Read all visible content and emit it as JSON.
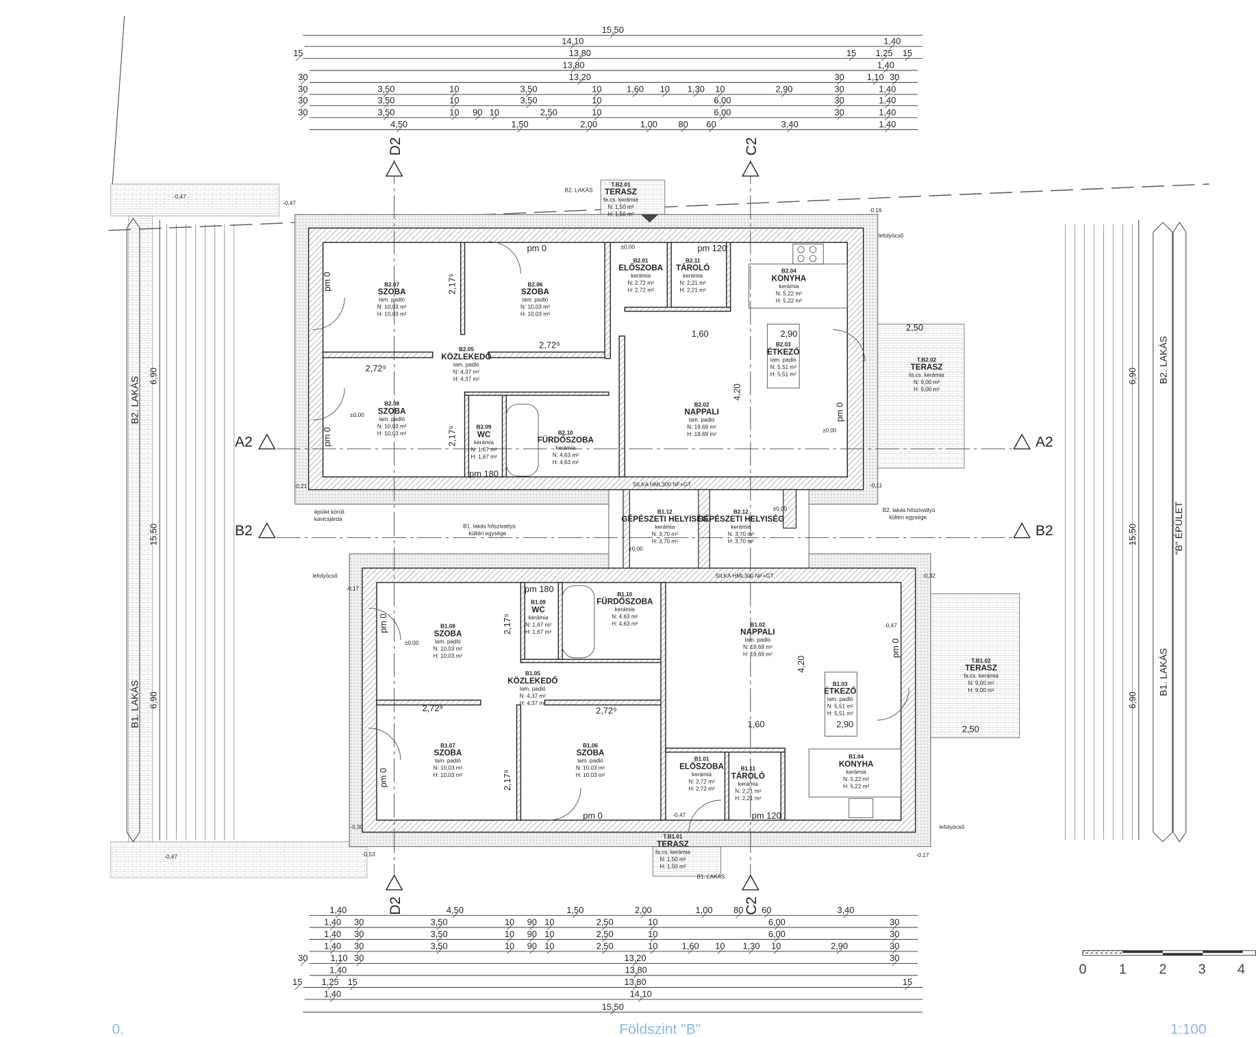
{
  "footer": {
    "left": "0.",
    "title": "Földszint \"B\"",
    "scale": "1:100"
  },
  "scale_bar": {
    "ticks": [
      "0",
      "1",
      "2",
      "3",
      "4"
    ]
  },
  "axes": {
    "d2": "D2",
    "c2": "C2",
    "a2": "A2",
    "b2": "B2"
  },
  "side_labels": {
    "b2_lakas": "B2. LAKÁS",
    "b1_lakas": "B1. LAKÁS",
    "b_epulet": "\"B\" ÉPÜLET"
  },
  "dimensions": {
    "top": [
      [
        "15,50"
      ],
      [
        "14,10",
        "1,40"
      ],
      [
        "15",
        "13,80",
        "15",
        "1,25",
        "15"
      ],
      [
        "13,80",
        "1,40"
      ],
      [
        "30",
        "13,20",
        "30",
        "1,10",
        "30"
      ],
      [
        "30",
        "3,50",
        "10",
        "3,50",
        "10",
        "1,60",
        "10",
        "1,30",
        "10",
        "2,90",
        "30",
        "1,40"
      ],
      [
        "30",
        "3,50",
        "10",
        "3,50",
        "10",
        "6,00",
        "30",
        "1,40"
      ],
      [
        "30",
        "3,50",
        "10",
        "90",
        "10",
        "2,50",
        "10",
        "6,00",
        "30",
        "1,40"
      ],
      [
        "4,50",
        "1,50",
        "2,00",
        "1,00",
        "80",
        "60",
        "3,40",
        "1,40"
      ]
    ],
    "bottom": [
      [
        "1,40",
        "4,50",
        "1,50",
        "2,00",
        "1,00",
        "80",
        "60",
        "3,40"
      ],
      [
        "1,40",
        "30",
        "3,50",
        "10",
        "90",
        "10",
        "2,50",
        "10",
        "6,00",
        "30"
      ],
      [
        "1,40",
        "30",
        "3,50",
        "10",
        "90",
        "10",
        "2,50",
        "10",
        "6,00",
        "30"
      ],
      [
        "1,40",
        "30",
        "3,50",
        "10",
        "90",
        "10",
        "2,50",
        "10",
        "1,60",
        "10",
        "1,30",
        "10",
        "2,90",
        "30"
      ],
      [
        "30",
        "1,10",
        "30",
        "13,20",
        "30"
      ],
      [
        "1,40",
        "13,80"
      ],
      [
        "15",
        "1,25",
        "15",
        "13,80",
        "15"
      ],
      [
        "1,40",
        "14,10"
      ],
      [
        "15,50"
      ]
    ],
    "left": [
      "6,90",
      "15,50",
      "6,90"
    ],
    "right": [
      "6,90",
      "15,50",
      "6,90"
    ]
  },
  "rooms": [
    {
      "id": "B2.07",
      "name": "SZOBA",
      "floor": "lam. padló",
      "net": "N: 10,03 m²",
      "gross": "H: 10,03 m²"
    },
    {
      "id": "B2.06",
      "name": "SZOBA",
      "floor": "lam. padló",
      "net": "N: 10,03 m²",
      "gross": "H: 10,03 m²"
    },
    {
      "id": "B2.01",
      "name": "ELŐSZOBA",
      "floor": "kerámia",
      "net": "N: 2,72 m²",
      "gross": "H: 2,72 m²"
    },
    {
      "id": "B2.11",
      "name": "TÁROLÓ",
      "floor": "kerámia",
      "net": "N: 2,21 m²",
      "gross": "H: 2,21 m²"
    },
    {
      "id": "B2.04",
      "name": "KONYHA",
      "floor": "kerámia",
      "net": "N: 5,22 m²",
      "gross": "H: 5,22 m²"
    },
    {
      "id": "B2.05",
      "name": "KÖZLEKEDŐ",
      "floor": "lam. padló",
      "net": "N: 4,37 m²",
      "gross": "H: 4,37 m²"
    },
    {
      "id": "B2.03",
      "name": "ÉTKEZŐ",
      "floor": "lam. padló",
      "net": "N: 5,51 m²",
      "gross": "H: 5,51 m²"
    },
    {
      "id": "B2.08",
      "name": "SZOBA",
      "floor": "lam. padló",
      "net": "N: 10,03 m²",
      "gross": "H: 10,03 m²"
    },
    {
      "id": "B2.09",
      "name": "WC",
      "floor": "kerámia",
      "net": "N: 1,67 m²",
      "gross": "H: 1,67 m²"
    },
    {
      "id": "B2.10",
      "name": "FÜRDŐSZOBA",
      "floor": "kerámia",
      "net": "N: 4,63 m²",
      "gross": "H: 4,63 m²"
    },
    {
      "id": "B2.02",
      "name": "NAPPALI",
      "floor": "lam. padló",
      "net": "N: 19,69 m²",
      "gross": "H: 19,69 m²"
    },
    {
      "id": "T.B2.01",
      "name": "TERASZ",
      "floor": "fa.cs. kerámia",
      "net": "N: 1,50 m²",
      "gross": "H: 1,50 m²"
    },
    {
      "id": "T.B2.02",
      "name": "TERASZ",
      "floor": "fa.cs. kerámia",
      "net": "N: 9,00 m²",
      "gross": "H: 9,00 m²"
    },
    {
      "id": "B1.12",
      "name": "GÉPÉSZETI HELYISÉG",
      "floor": "kerámia",
      "net": "N: 3,70 m²",
      "gross": "H: 3,70 m²"
    },
    {
      "id": "B2.12",
      "name": "GÉPÉSZETI HELYISÉG",
      "floor": "kerámia",
      "net": "N: 3,70 m²",
      "gross": "H: 3,70 m²"
    },
    {
      "id": "B1.09",
      "name": "WC",
      "floor": "kerámia",
      "net": "N: 1,67 m²",
      "gross": "H: 1,67 m²"
    },
    {
      "id": "B1.10",
      "name": "FÜRDŐSZOBA",
      "floor": "kerámia",
      "net": "N: 4,63 m²",
      "gross": "H: 4,63 m²"
    },
    {
      "id": "B1.02",
      "name": "NAPPALI",
      "floor": "lam. padló",
      "net": "N: 19,69 m²",
      "gross": "H: 19,69 m²"
    },
    {
      "id": "B1.08",
      "name": "SZOBA",
      "floor": "lam. padló",
      "net": "N: 10,03 m²",
      "gross": "H: 10,03 m²"
    },
    {
      "id": "B1.05",
      "name": "KÖZLEKEDŐ",
      "floor": "lam. padló",
      "net": "N: 4,37 m²",
      "gross": "H: 4,37 m²"
    },
    {
      "id": "B1.03",
      "name": "ÉTKEZŐ",
      "floor": "lam. padló",
      "net": "N: 5,51 m²",
      "gross": "H: 5,51 m²"
    },
    {
      "id": "T.B1.02",
      "name": "TERASZ",
      "floor": "fa.cs. kerámia",
      "net": "N: 9,00 m²",
      "gross": "H: 9,00 m²"
    },
    {
      "id": "B1.07",
      "name": "SZOBA",
      "floor": "lam. padló",
      "net": "N: 10,03 m²",
      "gross": "H: 10,03 m²"
    },
    {
      "id": "B1.06",
      "name": "SZOBA",
      "floor": "lam. padló",
      "net": "N: 10,03 m²",
      "gross": "H: 10,03 m²"
    },
    {
      "id": "B1.01",
      "name": "ELŐSZOBA",
      "floor": "kerámia",
      "net": "N: 2,72 m²",
      "gross": "H: 2,72 m²"
    },
    {
      "id": "B1.11",
      "name": "TÁROLÓ",
      "floor": "kerámia",
      "net": "N: 2,21 m²",
      "gross": "H: 2,21 m²"
    },
    {
      "id": "B1.04",
      "name": "KONYHA",
      "floor": "kerámia",
      "net": "N: 5,22 m²",
      "gross": "H: 5,22 m²"
    },
    {
      "id": "T.B1.01",
      "name": "TERASZ",
      "floor": "fa.cs. kerámia",
      "net": "N: 1,50 m²",
      "gross": "H: 1,50 m²"
    }
  ],
  "annotations": [
    "lefolyócső",
    "lefolyócső",
    "lefolyócső",
    "SILKA HML300 NF+GT",
    "SILKA HML300 NF+GT",
    "épület körüli",
    "kavicsjárda",
    "B1. lakás hőszivattyú",
    "kültéri egysége",
    "B2. lakás hőszivattyú",
    "kültéri egysége",
    "B2. LAKÁS",
    "B1. LAKÁS"
  ],
  "levels": [
    "±0,00",
    "±0,00",
    "±0,00",
    "±0,00",
    "±0,00",
    "±0,00",
    "-0,47",
    "-0,47",
    "-0,47",
    "-0,47",
    "-0,47",
    "-0,53",
    "-0,30",
    "-0,21",
    "-0,17",
    "-0,16",
    "-0,11",
    "-0,32",
    "-0,17"
  ],
  "sill_heights": [
    "pm 0",
    "pm 120",
    "pm 0",
    "pm 0",
    "pm 0",
    "pm 180",
    "pm 180",
    "pm 0",
    "pm 0",
    "pm 0",
    "pm 0",
    "pm 120"
  ],
  "inner_dims": [
    "2,72⁹",
    "2,72⁹",
    "2,17⁹",
    "2,17⁹",
    "2,90",
    "2,72⁹",
    "2,72⁹",
    "2,17⁹",
    "2,17⁹",
    "2,90",
    "1,60",
    "1,60",
    "4,20",
    "4,20",
    "2,50",
    "2,50"
  ]
}
